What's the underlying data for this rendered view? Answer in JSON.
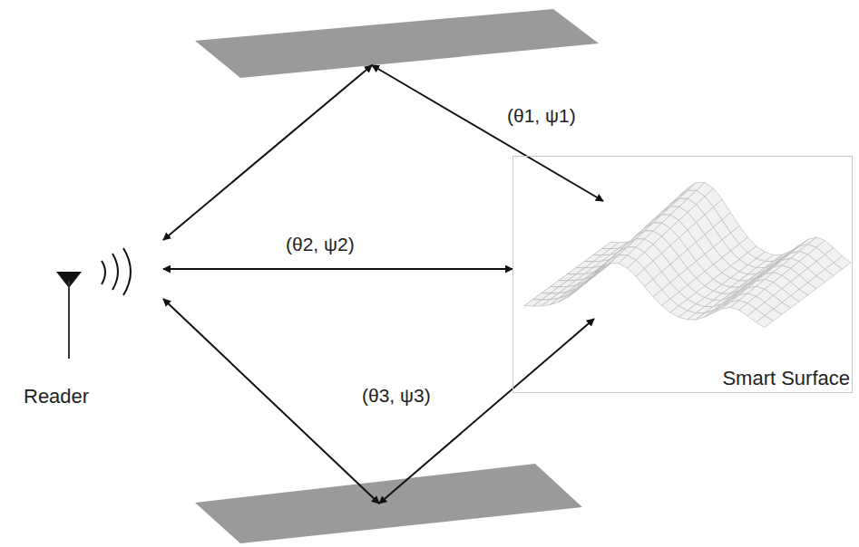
{
  "diagram": {
    "nodes": [
      {
        "text": [
          "Reader"
        ]
      },
      {
        "text": [
          "Smart Surface"
        ]
      }
    ],
    "edges": [
      {
        "from": 0,
        "to": 1,
        "arrow": "both",
        "label": "(θ1, ψ1)"
      },
      {
        "from": 0,
        "to": 1,
        "arrow": "both",
        "label": "(θ2, ψ2)"
      },
      {
        "from": 0,
        "to": 1,
        "arrow": "both",
        "label": "(θ3, ψ3)"
      }
    ]
  }
}
